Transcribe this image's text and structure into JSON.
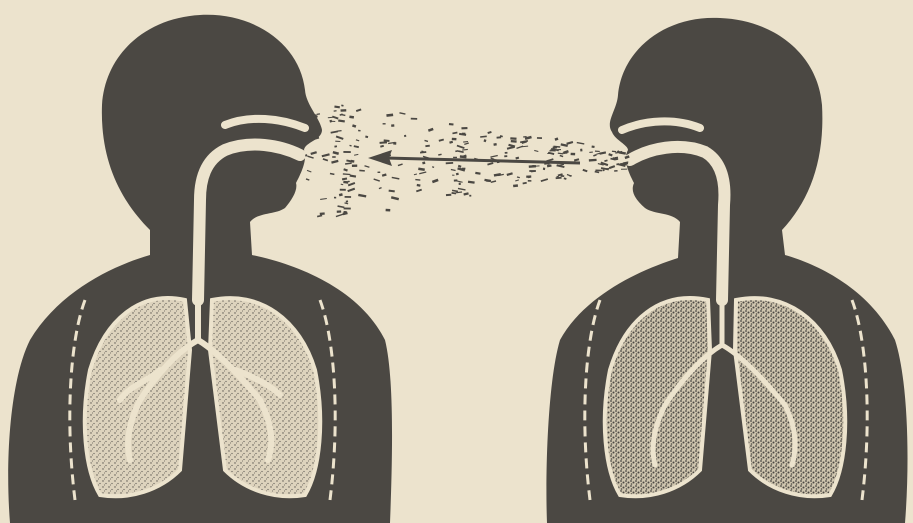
{
  "figure": {
    "subject": "respiratory-droplet-transmission",
    "figures": [
      {
        "id": "left-person",
        "facing": "right",
        "lungs": "clear"
      },
      {
        "id": "right-person",
        "facing": "left",
        "lungs": "infected",
        "source": true
      }
    ],
    "arrow_direction": "right-to-left"
  },
  "colors": {
    "paper": "#ece3cd",
    "ink": "#4b4843",
    "lung_fill": "#ddd3bd",
    "stipple": "#5a5650"
  }
}
